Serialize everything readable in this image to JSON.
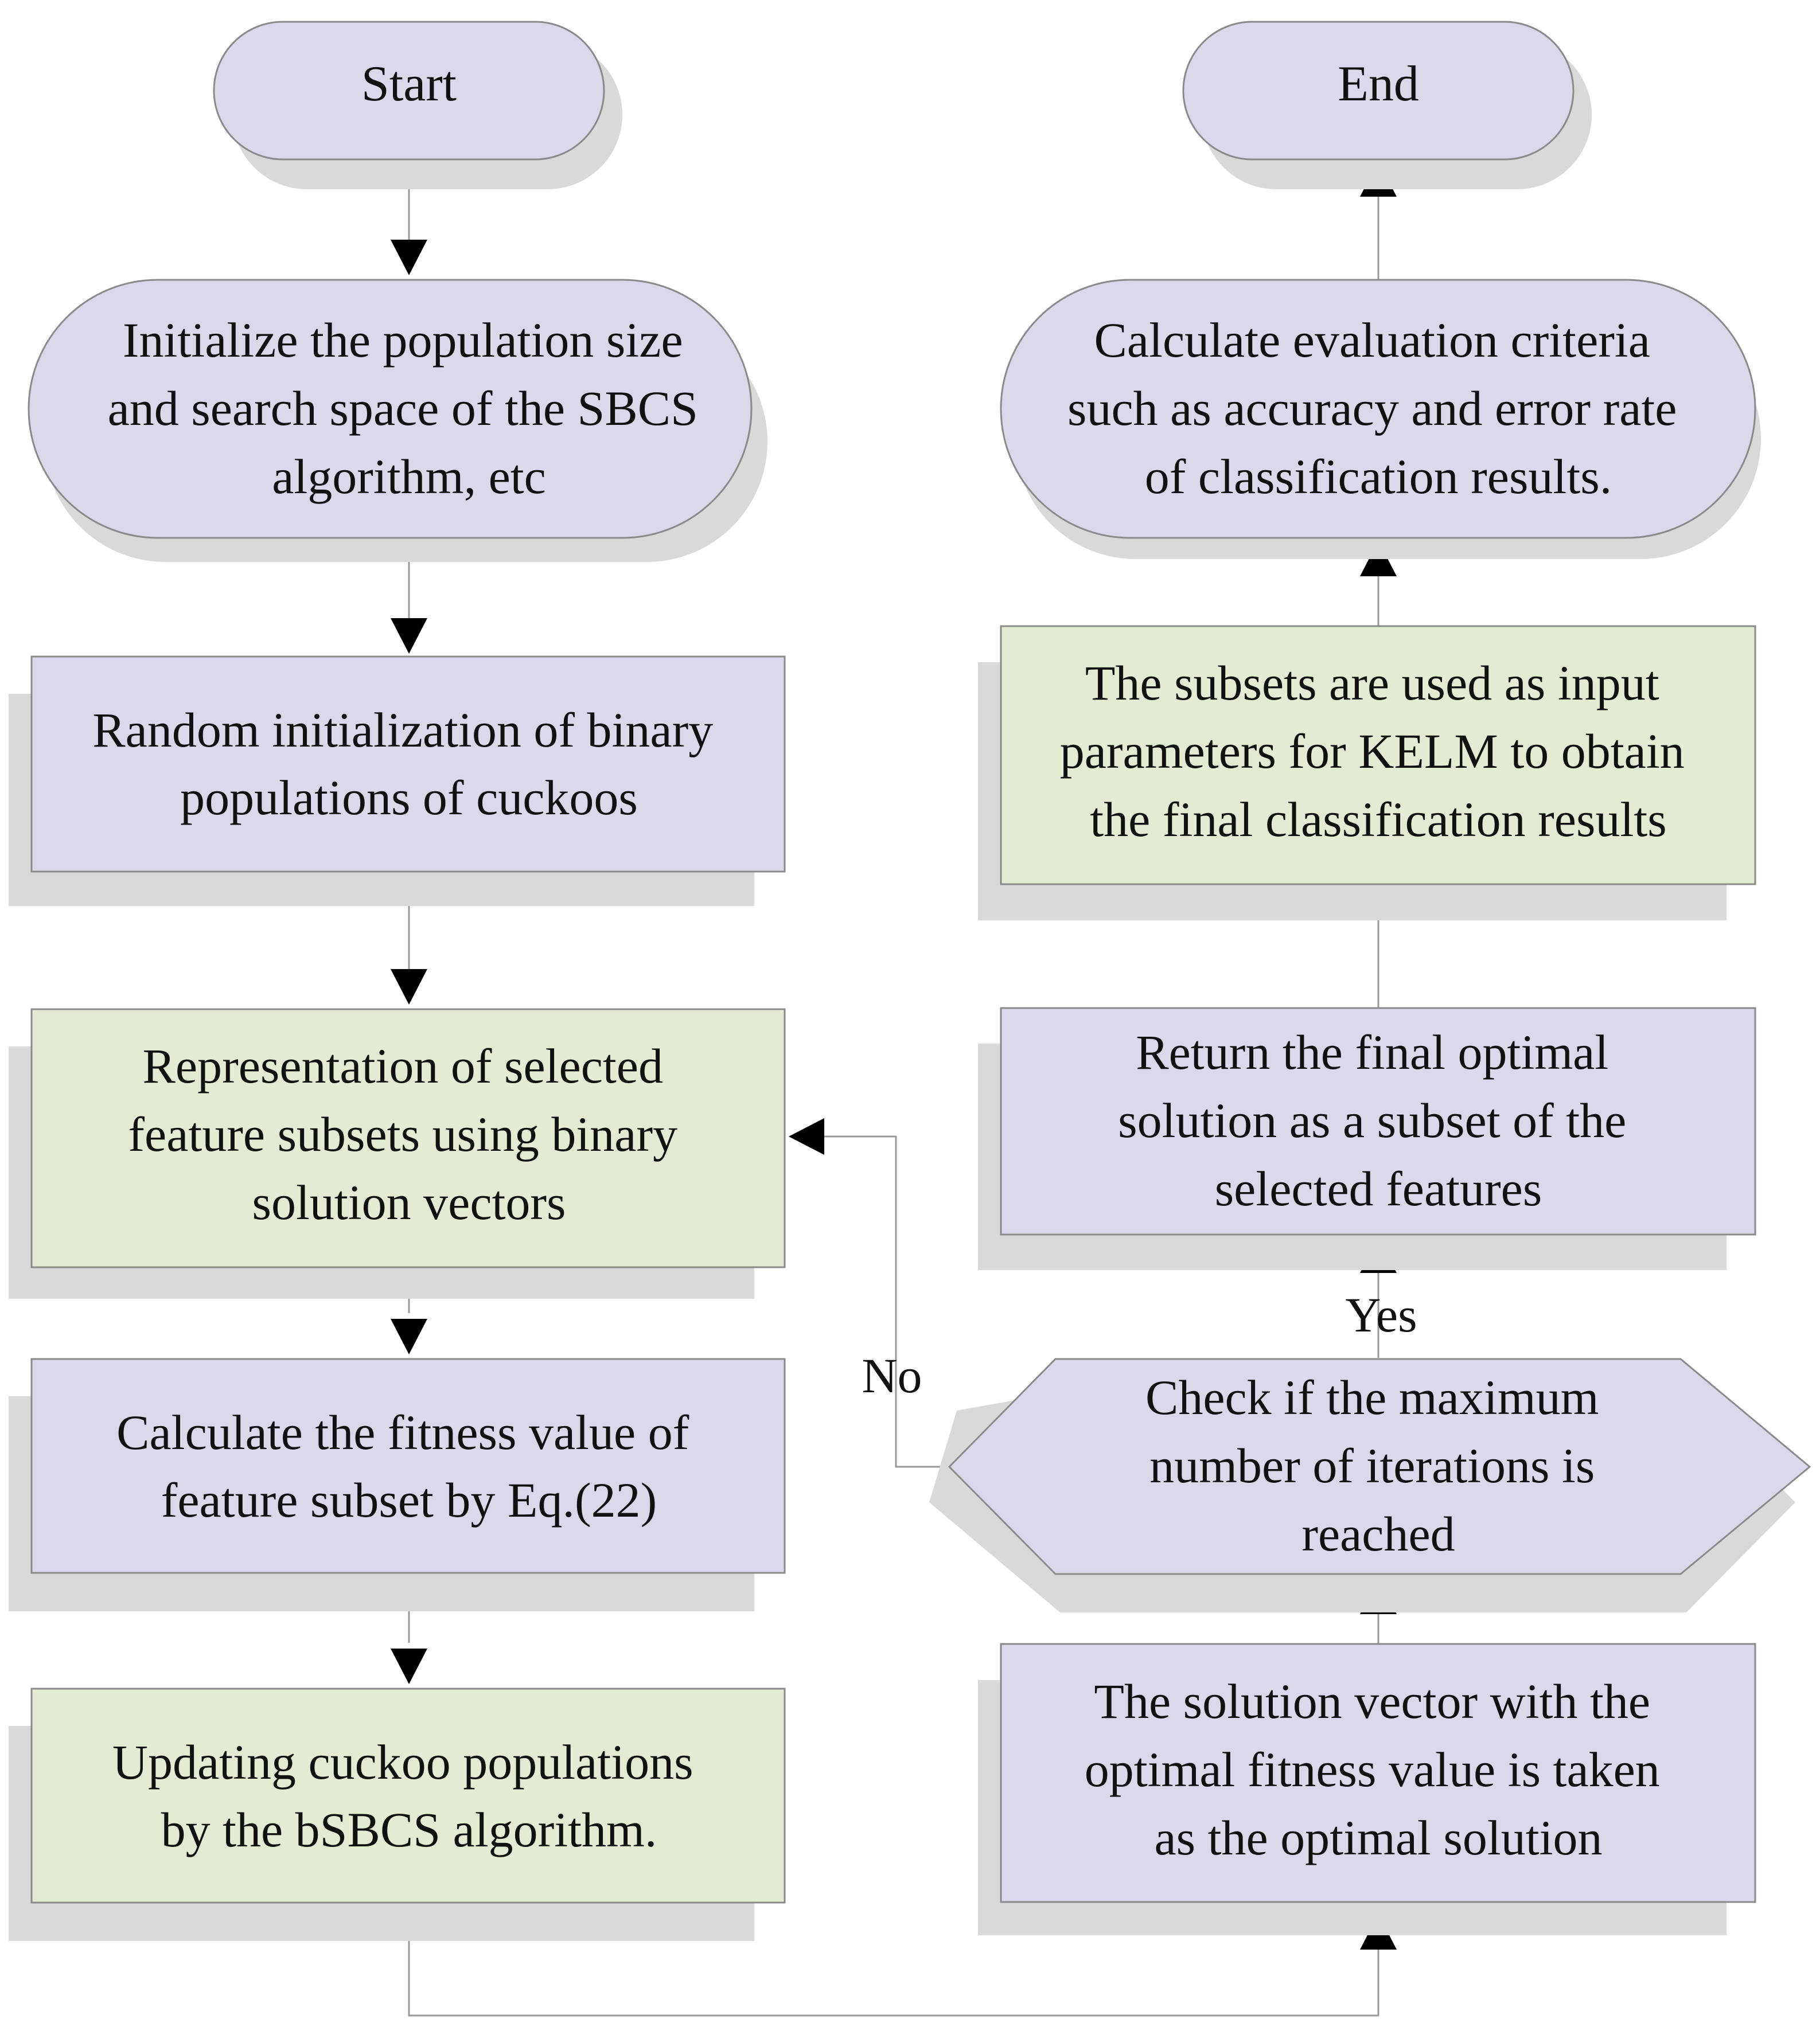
{
  "nodes": {
    "start": {
      "lines": [
        "Start"
      ]
    },
    "init": {
      "lines": [
        "Initialize the population size",
        "and search space of the SBCS",
        "algorithm, etc"
      ]
    },
    "random": {
      "lines": [
        "Random initialization of binary",
        "populations of cuckoos"
      ]
    },
    "represent": {
      "lines": [
        "Representation of selected",
        "feature subsets using binary",
        "solution vectors"
      ]
    },
    "fitness": {
      "lines": [
        "Calculate the fitness value of",
        "feature subset by Eq.(22)"
      ]
    },
    "update": {
      "lines": [
        "Updating cuckoo populations",
        "by the bSBCS algorithm."
      ]
    },
    "optimal": {
      "lines": [
        "The solution vector with the",
        "optimal fitness value is taken",
        "as the optimal solution"
      ]
    },
    "check": {
      "lines": [
        "Check if the maximum",
        "number of iterations is",
        "reached"
      ]
    },
    "return": {
      "lines": [
        "Return the final optimal",
        "solution as a subset of the",
        "selected features"
      ]
    },
    "kelm": {
      "lines": [
        "The subsets are used as input",
        "parameters for KELM to obtain",
        "the final classification results"
      ]
    },
    "evaluate": {
      "lines": [
        "Calculate evaluation criteria",
        "such as accuracy and error rate",
        "of classification results."
      ]
    },
    "end": {
      "lines": [
        "End"
      ]
    }
  },
  "edge_labels": {
    "yes": "Yes",
    "no": "No"
  },
  "colors": {
    "process_purple": "#dcd7ea",
    "process_green": "#e3ecd3",
    "shadow": "#d9d9d9",
    "arrow": "#000000",
    "connector": "#9a9a9a"
  }
}
